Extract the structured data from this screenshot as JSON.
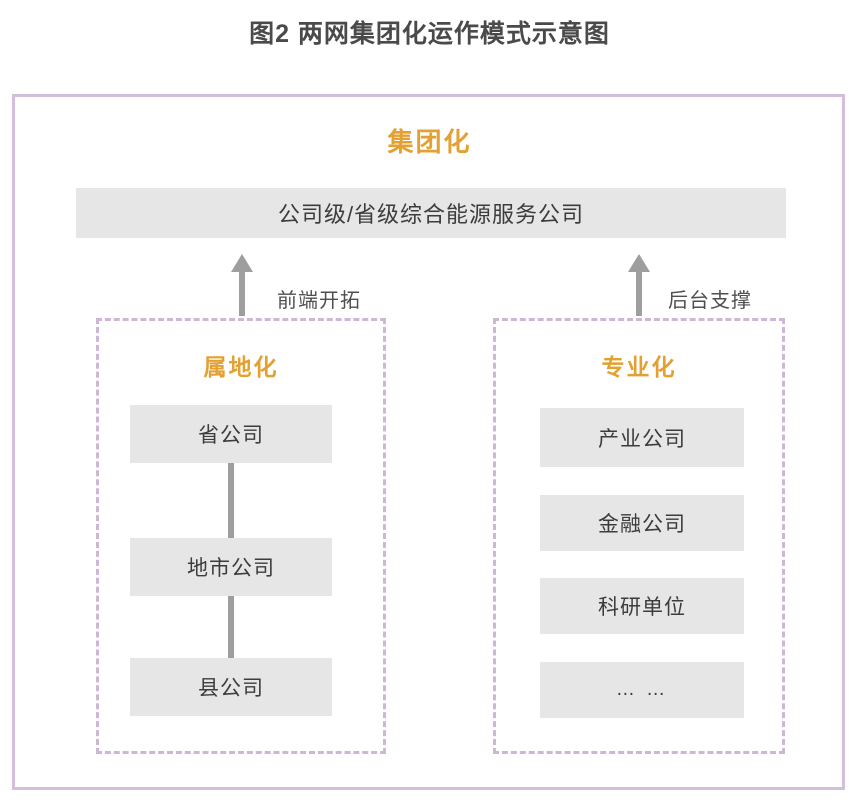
{
  "figure": {
    "title": "图2 两网集团化运作模式示意图"
  },
  "group": {
    "heading": "集团化",
    "top_box_label": "公司级/省级综合能源服务公司"
  },
  "flows": [
    {
      "name": "front-end",
      "label": "前端开拓",
      "direction": "up"
    },
    {
      "name": "back-office",
      "label": "后台支撑",
      "direction": "up"
    }
  ],
  "panels": {
    "left": {
      "heading": "属地化",
      "nodes": [
        {
          "label": "省公司"
        },
        {
          "label": "地市公司"
        },
        {
          "label": "县公司"
        }
      ]
    },
    "right": {
      "heading": "专业化",
      "nodes": [
        {
          "label": "产业公司"
        },
        {
          "label": "金融公司"
        },
        {
          "label": "科研单位"
        },
        {
          "label": "… …"
        }
      ]
    }
  },
  "colors": {
    "accent_orange": "#e3a133",
    "frame_purple": "#d3bedb",
    "dashed_purple": "#cdb7d6",
    "box_gray": "#e6e6e6",
    "connector_gray": "#9e9e9e",
    "title_gray": "#4a4a4a"
  }
}
